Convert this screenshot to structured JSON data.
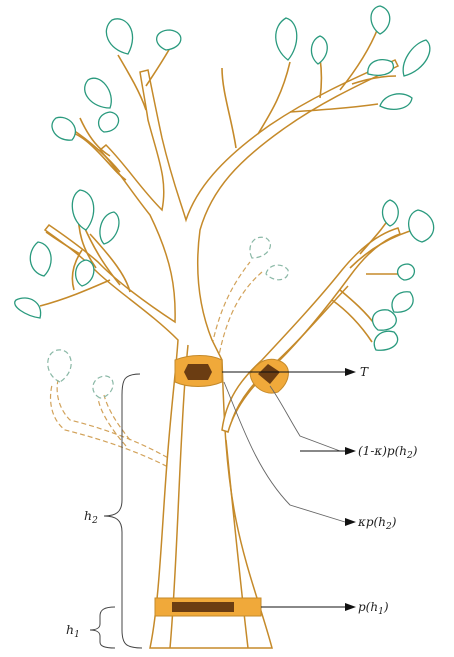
{
  "colors": {
    "trunk_outline": "#c58a2a",
    "trunk_fill": "#ffffff",
    "leaf_stroke": "#2a9a7e",
    "leaf_fill": "#ffffff",
    "band_fill": "#f0a93a",
    "band_core": "#6b3d12",
    "ghost_stroke": "#8ab8a6",
    "ghost_branch": "#d2a25a",
    "arrow": "#111111",
    "pointer": "#666666",
    "brace": "#444444"
  },
  "labels": {
    "T": "T",
    "one_minus_kappa": "(1-κ)p(h",
    "one_minus_kappa_sub": "2",
    "one_minus_kappa_close": ")",
    "kappa": "κp(h",
    "kappa_sub": "2",
    "kappa_close": ")",
    "p_h1": "p(h",
    "p_h1_sub": "1",
    "p_h1_close": ")",
    "h2": "h",
    "h2_sub": "2",
    "h1": "h",
    "h1_sub": "1"
  }
}
